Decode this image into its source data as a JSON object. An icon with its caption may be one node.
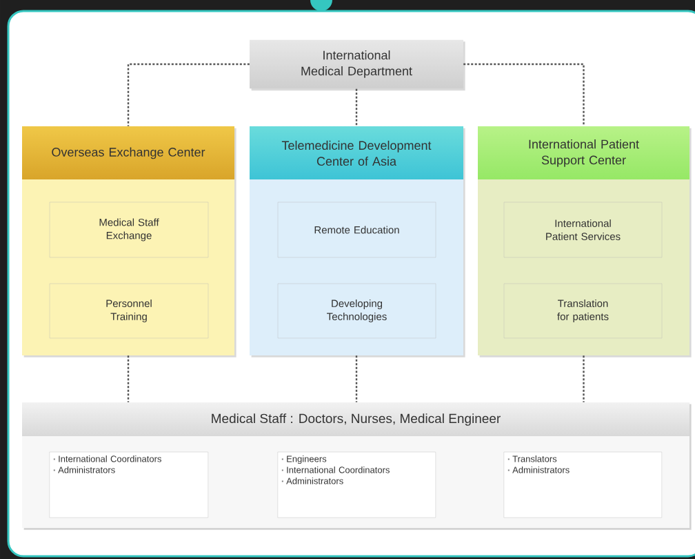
{
  "diagram": {
    "nodes": [
      {
        "text": [
          "International Medical Department"
        ]
      },
      {
        "text": [
          "Overseas Exchange Center"
        ]
      },
      {
        "text": [
          "Medical Staff Exchange"
        ],
        "in": 1
      },
      {
        "text": [
          "Personnel Training"
        ],
        "in": 1
      },
      {
        "text": [
          "Telemedicine Development Center of Asia"
        ]
      },
      {
        "text": [
          "Remote Education"
        ],
        "in": 4
      },
      {
        "text": [
          "Developing Technologies"
        ],
        "in": 4
      },
      {
        "text": [
          "International Patient Support Center"
        ]
      },
      {
        "text": [
          "International Patient Services"
        ],
        "in": 7
      },
      {
        "text": [
          "Translation for patients"
        ],
        "in": 7
      },
      {
        "text": [
          "Medical Staff : Doctors, Nurses, Medical Engineer"
        ]
      },
      {
        "text": [
          "International Coordinators",
          "Administrators"
        ],
        "in": 10
      },
      {
        "text": [
          "Engineers",
          "International Coordinators",
          "Administrators"
        ],
        "in": 10
      },
      {
        "text": [
          "Translators",
          "Administrators"
        ],
        "in": 10
      }
    ],
    "edges": [
      {
        "from": 0,
        "to": 1,
        "arrow": "none",
        "style": "dashed"
      },
      {
        "from": 0,
        "to": 4,
        "arrow": "none",
        "style": "dashed"
      },
      {
        "from": 0,
        "to": 7,
        "arrow": "none",
        "style": "dashed"
      },
      {
        "from": 1,
        "to": 10,
        "arrow": "none",
        "style": "dashed"
      },
      {
        "from": 4,
        "to": 10,
        "arrow": "none",
        "style": "dashed"
      },
      {
        "from": 7,
        "to": 10,
        "arrow": "none",
        "style": "dashed"
      }
    ]
  }
}
